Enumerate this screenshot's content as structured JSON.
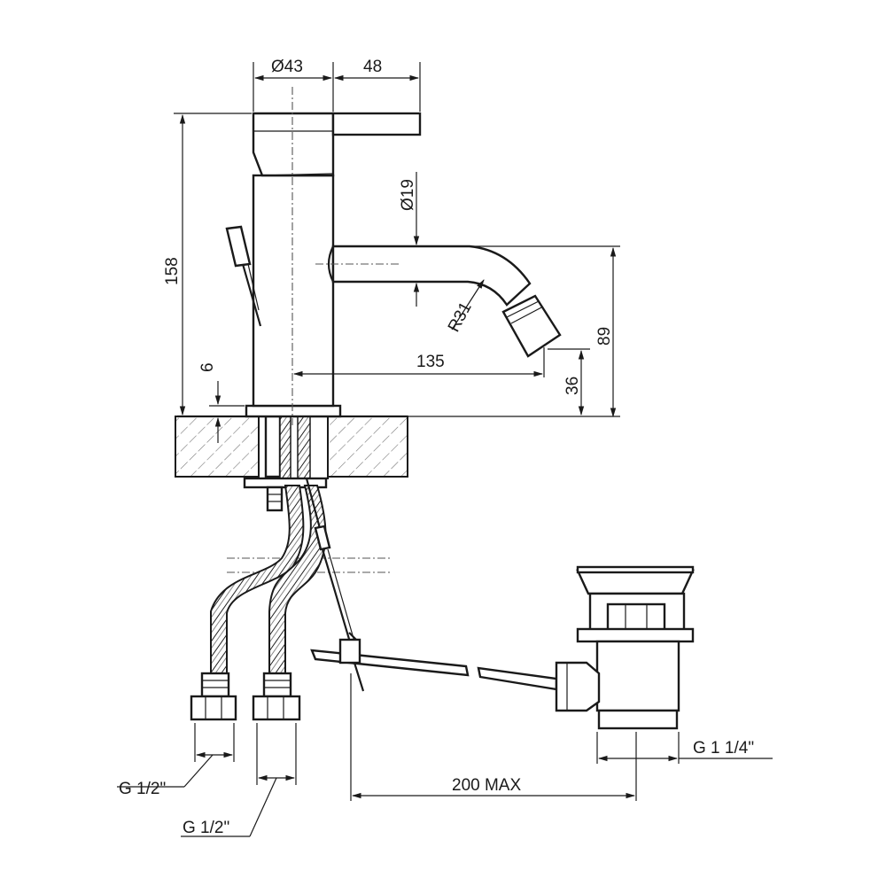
{
  "dimensions": {
    "body_diameter": "Ø43",
    "lever_length": "48",
    "spout_diameter": "Ø19",
    "total_height": "158",
    "spout_radius": "R31",
    "spout_height": "89",
    "spout_reach": "135",
    "outlet_height": "36",
    "base_thickness": "6",
    "hose_thread_1": "G 1/2\"",
    "hose_thread_2": "G 1/2\"",
    "waste_thread": "G 1 1/4\"",
    "rod_length": "200 MAX"
  },
  "colors": {
    "ink": "#1a1a1a",
    "hatch": "#777777",
    "background": "#ffffff"
  }
}
